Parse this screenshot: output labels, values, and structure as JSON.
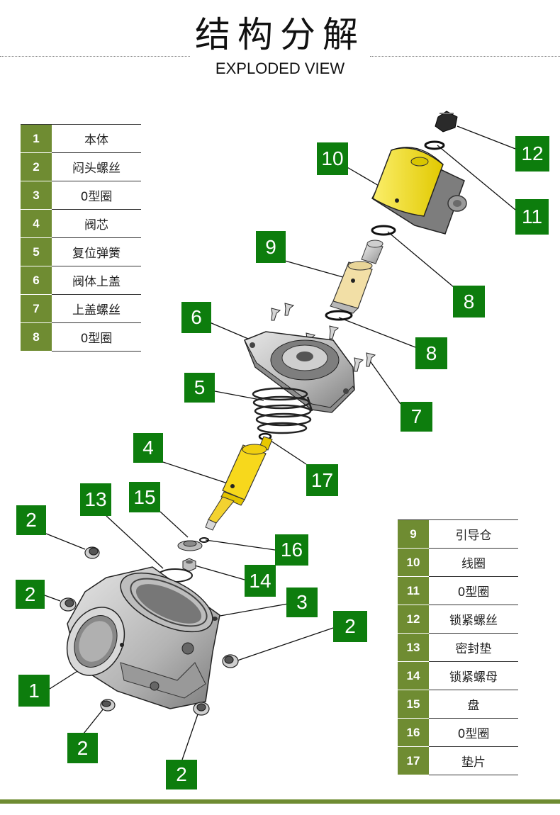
{
  "header": {
    "title_cn": "结构分解",
    "title_en": "EXPLODED VIEW"
  },
  "legend_left": [
    {
      "num": "1",
      "name": "本体"
    },
    {
      "num": "2",
      "name": "闷头螺丝"
    },
    {
      "num": "3",
      "name": "0型圈"
    },
    {
      "num": "4",
      "name": "阀芯"
    },
    {
      "num": "5",
      "name": "复位弹簧"
    },
    {
      "num": "6",
      "name": "阀体上盖"
    },
    {
      "num": "7",
      "name": "上盖螺丝"
    },
    {
      "num": "8",
      "name": "0型圈"
    }
  ],
  "legend_right": [
    {
      "num": "9",
      "name": "引导仓"
    },
    {
      "num": "10",
      "name": "线圈"
    },
    {
      "num": "11",
      "name": "0型圈"
    },
    {
      "num": "12",
      "name": "锁紧螺丝"
    },
    {
      "num": "13",
      "name": "密封垫"
    },
    {
      "num": "14",
      "name": "锁紧螺母"
    },
    {
      "num": "15",
      "name": "盘"
    },
    {
      "num": "16",
      "name": "0型圈"
    },
    {
      "num": "17",
      "name": "垫片"
    }
  ],
  "callouts": {
    "c12": "12",
    "c10": "10",
    "c11": "11",
    "c9": "9",
    "c8a": "8",
    "c6": "6",
    "c8b": "8",
    "c5": "5",
    "c7": "7",
    "c4": "4",
    "c17": "17",
    "c13": "13",
    "c15": "15",
    "c2a": "2",
    "c16": "16",
    "c14": "14",
    "c2b": "2",
    "c3": "3",
    "c2c": "2",
    "c1": "1",
    "c2d": "2",
    "c2e": "2"
  },
  "colors": {
    "callout_green": "#0d7d0d",
    "legend_green": "#6f8c32",
    "coil_yellow": "#f2e416",
    "spool_yellow": "#f7d81c",
    "pilot_beige": "#f2dfa6"
  }
}
